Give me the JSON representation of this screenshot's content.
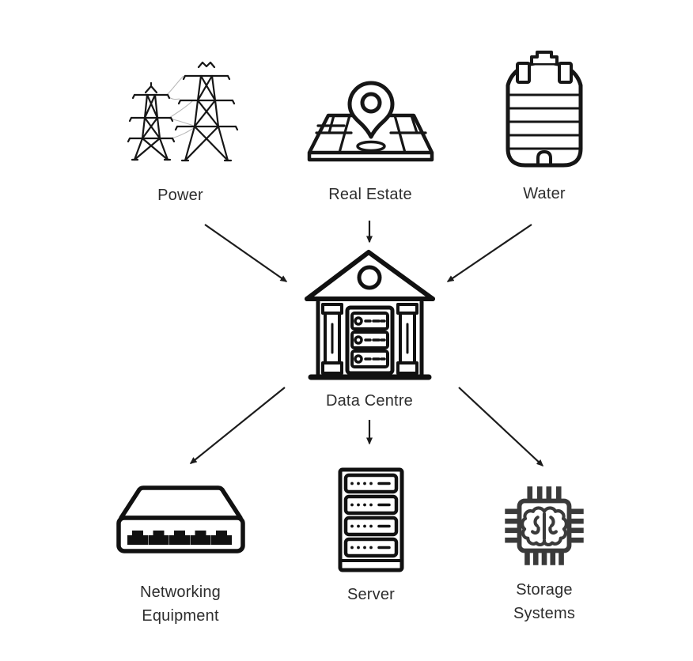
{
  "diagram": {
    "colors": {
      "background": "#ffffff",
      "icon_stroke": "#161616",
      "chip_stroke": "#3a3a3a",
      "arrow": "#1c1c1c",
      "text": "#2d2d2d",
      "power_wire": "#b8b8b8"
    },
    "nodes": [
      {
        "id": "power",
        "label": "Power",
        "icon": "transmission-towers-icon"
      },
      {
        "id": "real-estate",
        "label": "Real Estate",
        "icon": "map-location-pin-icon"
      },
      {
        "id": "water",
        "label": "Water",
        "icon": "water-tank-icon"
      },
      {
        "id": "data-centre",
        "label": "Data Centre",
        "icon": "data-centre-building-icon"
      },
      {
        "id": "networking-equipment",
        "label_line1": "Networking",
        "label_line2": "Equipment",
        "icon": "network-switch-icon"
      },
      {
        "id": "server",
        "label": "Server",
        "icon": "server-rack-icon"
      },
      {
        "id": "storage-systems",
        "label_line1": "Storage",
        "label_line2": "Systems",
        "icon": "chip-brain-icon"
      }
    ],
    "edges": [
      {
        "from": "Power",
        "to": "Data Centre"
      },
      {
        "from": "Real Estate",
        "to": "Data Centre"
      },
      {
        "from": "Water",
        "to": "Data Centre"
      },
      {
        "from": "Data Centre",
        "to": "Networking Equipment"
      },
      {
        "from": "Data Centre",
        "to": "Server"
      },
      {
        "from": "Data Centre",
        "to": "Storage Systems"
      }
    ]
  }
}
